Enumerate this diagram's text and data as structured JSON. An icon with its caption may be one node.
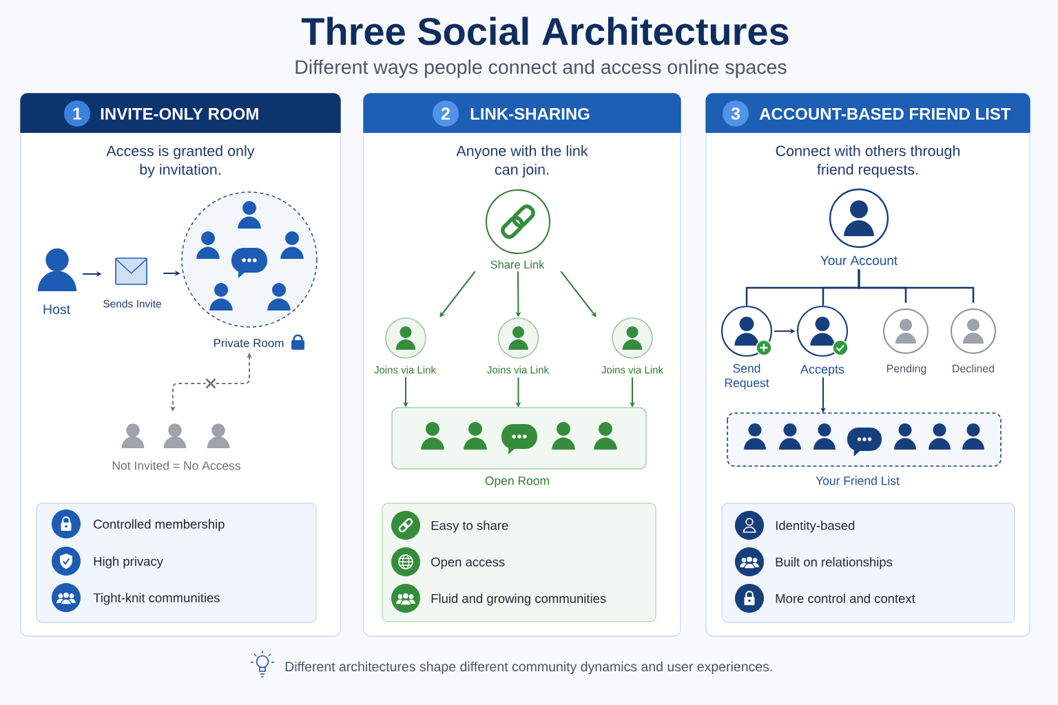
{
  "diagram": {
    "title": "Three Social Architectures",
    "caption": "Different architectures shape different community dynamics and user experiences.",
    "nodes": [
      {
        "text": [
          "INVITE-ONLY ROOM",
          "Access is granted only by invitation."
        ]
      },
      {
        "text": [
          "1"
        ],
        "in": 0
      },
      {
        "text": [
          "Host"
        ],
        "in": 0
      },
      {
        "text": [
          "Sends Invite"
        ],
        "in": 0
      },
      {
        "text": [
          "Private Room"
        ],
        "in": 0
      },
      {
        "text": [
          "Not Invited = No Access"
        ],
        "in": 0
      },
      {
        "text": [
          "Controlled membership",
          "High privacy",
          "Tight-knit communities"
        ],
        "in": 0
      },
      {
        "text": [
          "LINK-SHARING",
          "Anyone with the link can join."
        ]
      },
      {
        "text": [
          "2"
        ],
        "in": 7
      },
      {
        "text": [
          "Share Link"
        ],
        "in": 7
      },
      {
        "text": [
          "Joins via Link"
        ],
        "in": 7
      },
      {
        "text": [
          "Joins via Link"
        ],
        "in": 7
      },
      {
        "text": [
          "Joins via Link"
        ],
        "in": 7
      },
      {
        "text": [
          "Open Room"
        ],
        "in": 7
      },
      {
        "text": [
          "Easy to share",
          "Open access",
          "Fluid and growing communities"
        ],
        "in": 7
      },
      {
        "text": [
          "ACCOUNT-BASED FRIEND LIST",
          "Connect with others through friend requests."
        ]
      },
      {
        "text": [
          "3"
        ],
        "in": 15
      },
      {
        "text": [
          "Your Account"
        ],
        "in": 15
      },
      {
        "text": [
          "Send Request"
        ],
        "in": 15
      },
      {
        "text": [
          "Accepts"
        ],
        "in": 15
      },
      {
        "text": [
          "Pending"
        ],
        "in": 15
      },
      {
        "text": [
          "Declined"
        ],
        "in": 15
      },
      {
        "text": [
          "Your Friend List"
        ],
        "in": 15
      },
      {
        "text": [
          "Identity-based",
          "Built on relationships",
          "More control and context"
        ],
        "in": 15
      }
    ],
    "edges": [
      {
        "from": 2,
        "to": 3,
        "arrow": "to"
      },
      {
        "from": 3,
        "to": 4,
        "arrow": "to"
      },
      {
        "from": 4,
        "to": 5,
        "arrow": "both",
        "style": "dashed",
        "color": "#6b7280"
      },
      {
        "from": 9,
        "to": 10,
        "arrow": "to",
        "color": "#2e7d32"
      },
      {
        "from": 9,
        "to": 11,
        "arrow": "to",
        "color": "#2e7d32"
      },
      {
        "from": 9,
        "to": 12,
        "arrow": "to",
        "color": "#2e7d32"
      },
      {
        "from": 10,
        "to": 13,
        "arrow": "to",
        "color": "#2e7d32"
      },
      {
        "from": 11,
        "to": 13,
        "arrow": "to",
        "color": "#2e7d32"
      },
      {
        "from": 12,
        "to": 13,
        "arrow": "to",
        "color": "#2e7d32"
      },
      {
        "from": 17,
        "to": 18,
        "arrow": "none"
      },
      {
        "from": 17,
        "to": 19,
        "arrow": "none"
      },
      {
        "from": 17,
        "to": 20,
        "arrow": "none"
      },
      {
        "from": 17,
        "to": 21,
        "arrow": "none"
      },
      {
        "from": 18,
        "to": 19,
        "arrow": "to"
      },
      {
        "from": 19,
        "to": 22,
        "arrow": "to"
      }
    ],
    "labels": [
      "Different ways people connect and access online spaces"
    ]
  }
}
